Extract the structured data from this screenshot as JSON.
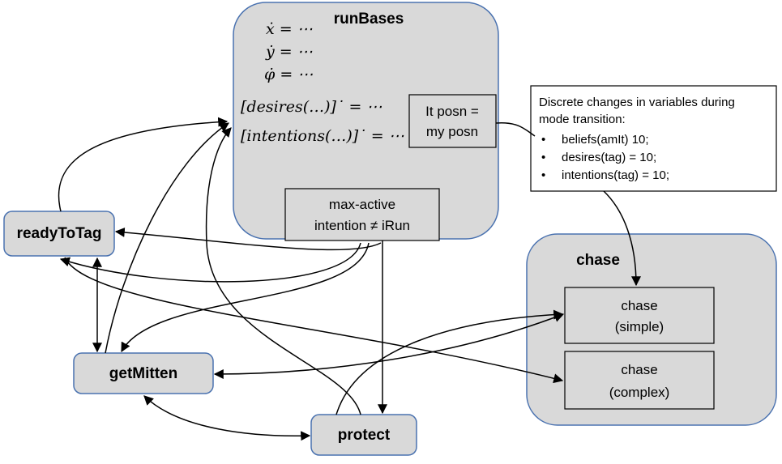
{
  "nodes": {
    "runBases": {
      "title": "runBases",
      "equations": [
        "ẋ = ⋯",
        "ẏ = ⋯",
        "φ̇ = ⋯",
        "[desires(…)]˙ = ⋯",
        "[intentions(…)]˙ = ⋯"
      ],
      "guard_posn": [
        "It posn =",
        "my posn"
      ],
      "guard_intention": [
        "max-active",
        "intention ≠ iRun"
      ]
    },
    "readyToTag": {
      "title": "readyToTag"
    },
    "getMitten": {
      "title": "getMitten"
    },
    "protect": {
      "title": "protect"
    },
    "chase": {
      "title": "chase",
      "simple": [
        "chase",
        "(simple)"
      ],
      "complex": [
        "chase",
        "(complex)"
      ]
    }
  },
  "note": {
    "header": [
      "Discrete changes in variables during",
      "mode transition:"
    ],
    "bullets": [
      "beliefs(amIt)  10;",
      "desires(tag) = 10;",
      "intentions(tag) = 10;"
    ]
  }
}
